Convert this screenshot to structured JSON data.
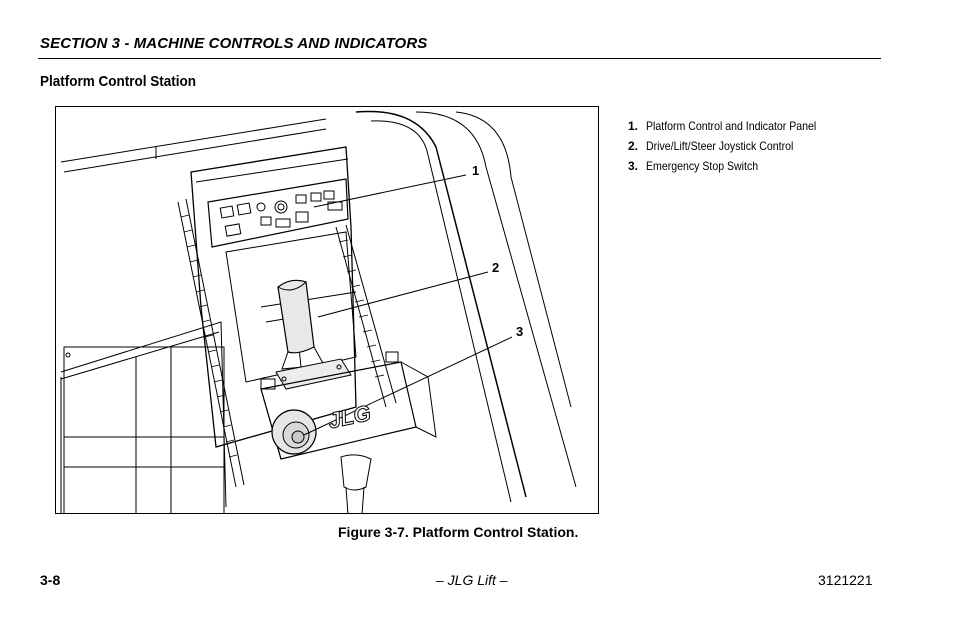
{
  "header": {
    "section_title": "SECTION 3 - MACHINE CONTROLS AND INDICATORS",
    "page_heading": "Platform Control Station"
  },
  "figure": {
    "callouts": [
      "1",
      "2",
      "3"
    ],
    "caption": "Figure 3-7. Platform Control Station.",
    "logo_text": "JLG"
  },
  "legend": {
    "items": [
      {
        "num": "1.",
        "text": "Platform Control and Indicator Panel"
      },
      {
        "num": "2.",
        "text": "Drive/Lift/Steer Joystick Control"
      },
      {
        "num": "3.",
        "text": "Emergency Stop Switch"
      }
    ]
  },
  "footer": {
    "page_number": "3-8",
    "center": "– JLG Lift –",
    "doc_number": "3121221"
  }
}
